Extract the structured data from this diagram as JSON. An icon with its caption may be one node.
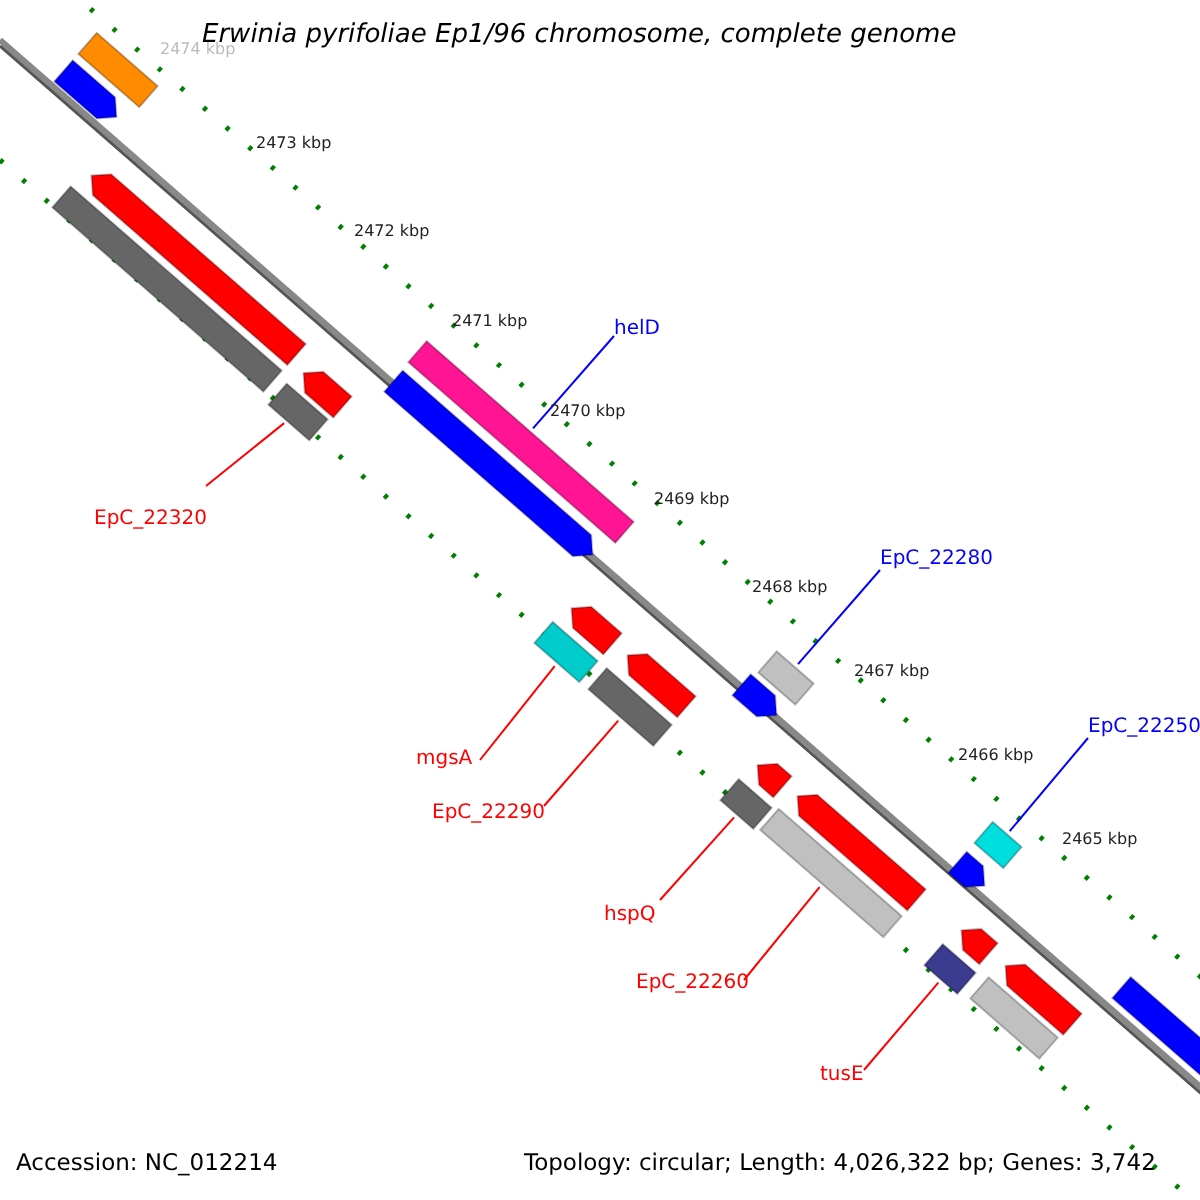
{
  "diagram": {
    "title": "Erwinia pyrifoliae Ep1/96 chromosome, complete genome",
    "nodes": [
      {
        "text": [
          "helD"
        ]
      },
      {
        "text": [
          "EpC_22320"
        ]
      },
      {
        "text": [
          "EpC_22280"
        ]
      },
      {
        "text": [
          "EpC_22250"
        ]
      },
      {
        "text": [
          "mgsA"
        ]
      },
      {
        "text": [
          "EpC_22290"
        ]
      },
      {
        "text": [
          "hspQ"
        ]
      },
      {
        "text": [
          "EpC_22260"
        ]
      },
      {
        "text": [
          "tusE"
        ]
      },
      {
        "text": [],
        "shape": "bar"
      },
      {
        "text": [],
        "shape": "arrow"
      },
      {
        "text": [],
        "shape": "bar"
      },
      {
        "text": [],
        "shape": "arrow"
      },
      {
        "text": [],
        "shape": "bar"
      },
      {
        "text": [],
        "shape": "arrow"
      },
      {
        "text": [],
        "shape": "bar"
      },
      {
        "text": [],
        "shape": "arrow"
      },
      {
        "text": [],
        "shape": "bar"
      },
      {
        "text": [],
        "shape": "arrow"
      },
      {
        "text": [],
        "shape": "arrow"
      },
      {
        "text": [],
        "shape": "bar"
      },
      {
        "text": [],
        "shape": "bar"
      },
      {
        "text": [],
        "shape": "arrow"
      },
      {
        "text": [],
        "shape": "bar"
      },
      {
        "text": [],
        "shape": "arrow"
      },
      {
        "text": [],
        "shape": "bar"
      },
      {
        "text": [],
        "shape": "arrow"
      },
      {
        "text": [],
        "shape": "bar"
      },
      {
        "text": [],
        "shape": "arrow"
      },
      {
        "text": [],
        "shape": "bar"
      },
      {
        "text": [],
        "shape": "arrow"
      },
      {
        "text": [],
        "shape": "bar"
      },
      {
        "text": [],
        "shape": "arrow"
      },
      {
        "text": [],
        "shape": "bar"
      }
    ],
    "edges": [
      {
        "from": 0,
        "to": 11,
        "arrow": "none",
        "color": "#0000ff"
      },
      {
        "from": 1,
        "to": 21,
        "arrow": "none"
      },
      {
        "from": 2,
        "to": 13,
        "arrow": "none",
        "color": "#0000ff"
      },
      {
        "from": 3,
        "to": 15,
        "arrow": "none",
        "color": "#0000ff"
      },
      {
        "from": 4,
        "to": 23,
        "arrow": "none"
      },
      {
        "from": 5,
        "to": 25,
        "arrow": "none"
      },
      {
        "from": 6,
        "to": 27,
        "arrow": "none"
      },
      {
        "from": 7,
        "to": 29,
        "arrow": "none"
      },
      {
        "from": 8,
        "to": 31,
        "arrow": "none"
      }
    ],
    "labels": [
      "2474 kbp",
      "2473 kbp",
      "2472 kbp",
      "2471 kbp",
      "2470 kbp",
      "2469 kbp",
      "2468 kbp",
      "2467 kbp",
      "2466 kbp",
      "2465 kbp",
      "Accession: NC_012214",
      "Topology: circular; Length: 4,026,322 bp; Genes: 3,742"
    ]
  }
}
